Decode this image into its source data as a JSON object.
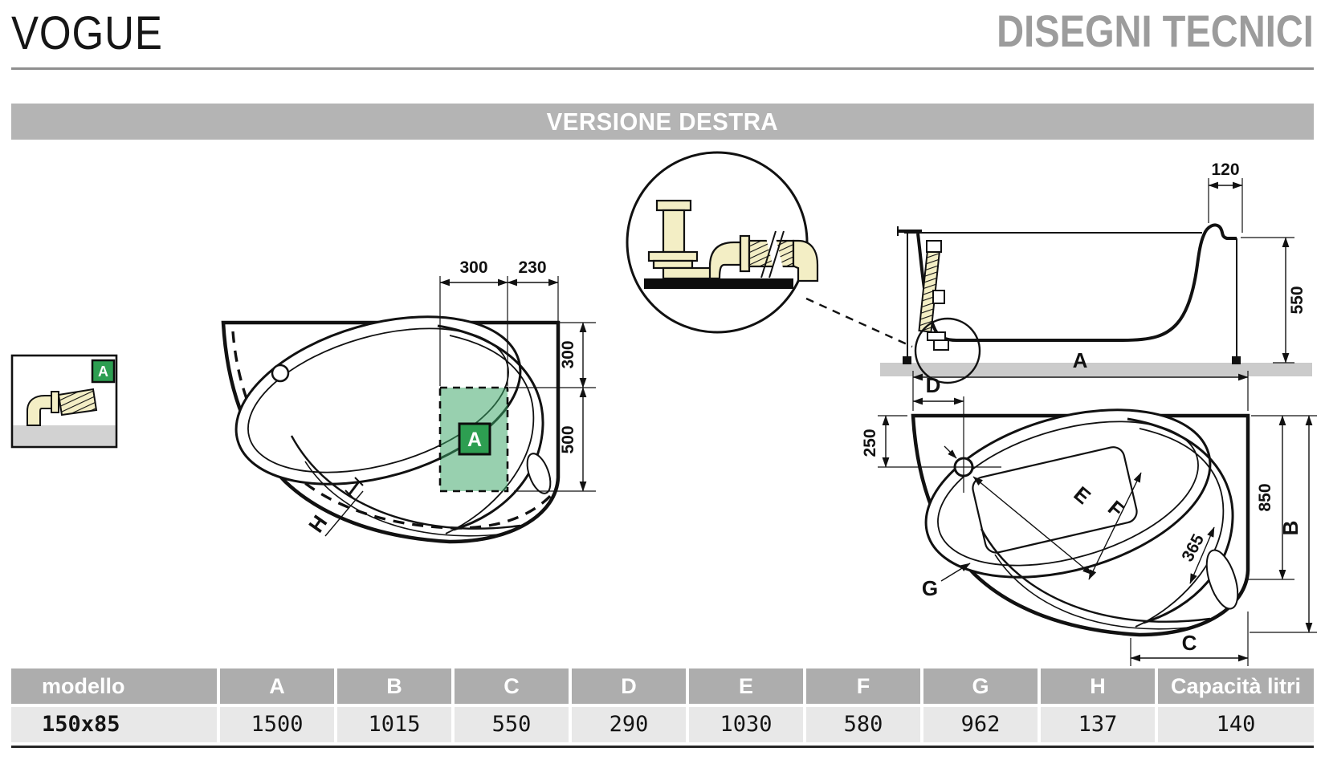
{
  "header": {
    "brand": "VOGUE",
    "title": "DISEGNI TECNICI"
  },
  "banner": {
    "label": "VERSIONE DESTRA"
  },
  "detail_inset": {
    "badge": "A"
  },
  "plan_left": {
    "dim_zone_width": "300",
    "dim_zone_to_edge": "230",
    "dim_edge_to_zone_top": "300",
    "dim_zone_height": "500",
    "apron_gap_label": "H",
    "zone_badge": "A"
  },
  "side_view": {
    "dim_headrest": "120",
    "dim_height": "550"
  },
  "plan_right": {
    "dim_overall_width": "A",
    "dim_drain_x": "D",
    "dim_drain_y": "250",
    "dim_basin_length": "E",
    "dim_basin_width": "F",
    "dim_side_height": "850",
    "dim_overall_depth": "B",
    "dim_seat": "365",
    "label_corner_radius": "G",
    "dim_bottom_edge": "C"
  },
  "table": {
    "headers": [
      "modello",
      "A",
      "B",
      "C",
      "D",
      "E",
      "F",
      "G",
      "H",
      "Capacità litri"
    ],
    "row": {
      "model": "150x85",
      "values": [
        "1500",
        "1015",
        "550",
        "290",
        "1030",
        "580",
        "962",
        "137",
        "140"
      ]
    }
  },
  "colors": {
    "accent_green": "#2d9e51",
    "zone_green_fill": "#3aa566",
    "banner_gray": "#b4b4b4",
    "table_header_gray": "#adadad",
    "table_row_gray": "#e8e8e8",
    "pipe_cream": "#f3eec5",
    "floor_gray": "#cbcbcb",
    "title_gray": "#9c9c9c"
  }
}
